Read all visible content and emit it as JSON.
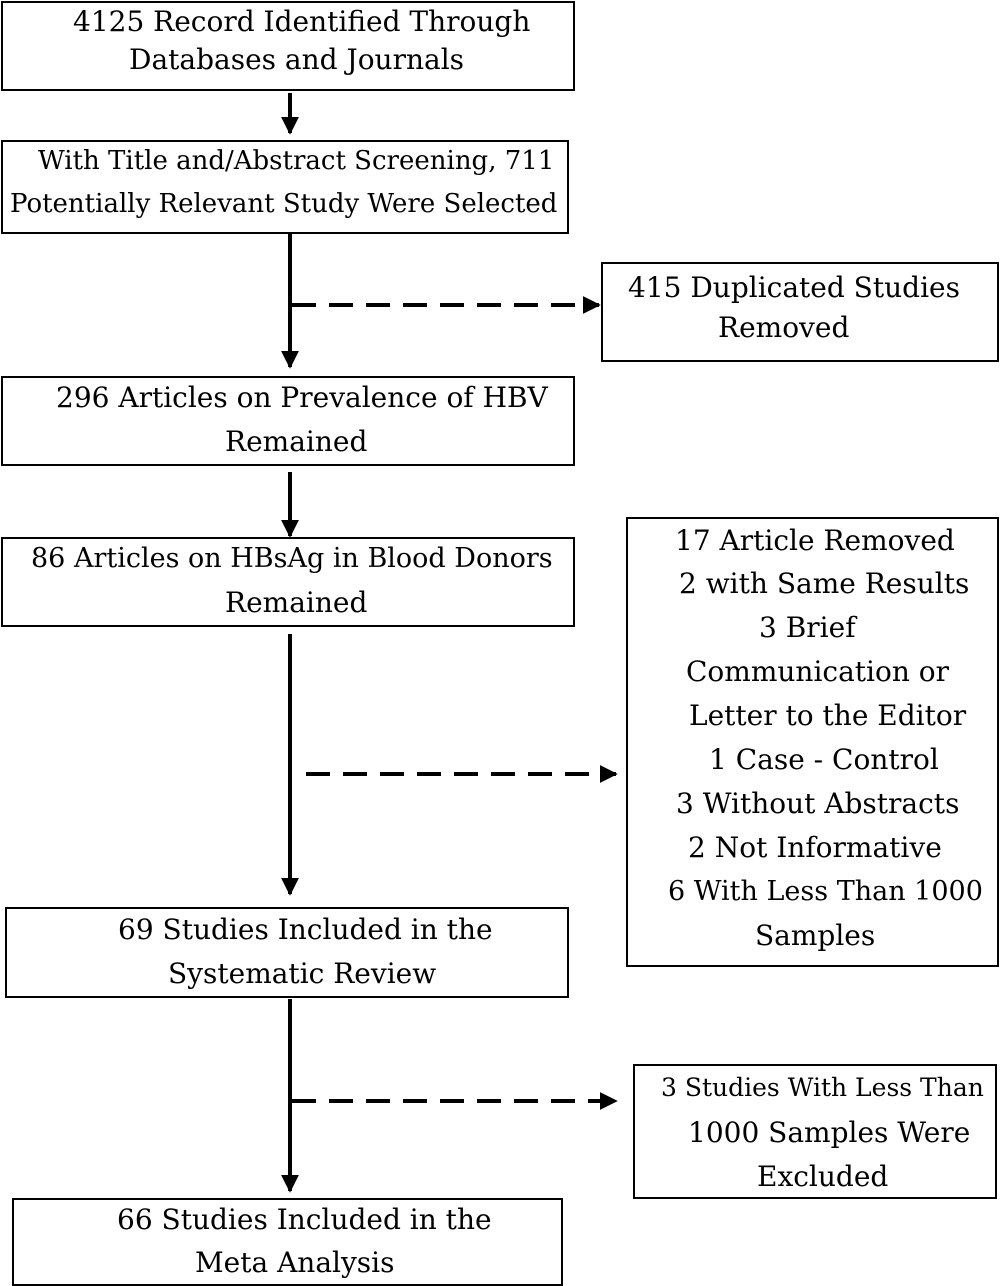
{
  "diagram": {
    "boxes": {
      "records_identified": {
        "lines": [
          "4125 Record Identified Through",
          "Databases and Journals"
        ]
      },
      "title_abstract_screening": {
        "lines": [
          "With Title and/Abstract Screening, 711",
          "Potentially Relevant Study Were Selected"
        ]
      },
      "duplicates_removed": {
        "lines": [
          "415 Duplicated Studies",
          "Removed"
        ]
      },
      "hbv_prevalence": {
        "lines": [
          "296 Articles on Prevalence of HBV",
          "Remained"
        ]
      },
      "hbsag_blood_donors": {
        "lines": [
          "86  Articles on HBsAg in Blood Donors",
          "Remained"
        ]
      },
      "articles_removed": {
        "lines": [
          "17 Article Removed",
          "2 with Same Results",
          "3 Brief",
          "Communication or",
          "Letter to the Editor",
          "1 Case - Control",
          "3 Without Abstracts",
          "2  Not Informative",
          "6 With Less Than 1000",
          "Samples"
        ]
      },
      "systematic_review": {
        "lines": [
          "69 Studies Included in the",
          "Systematic Review"
        ]
      },
      "small_studies_excluded": {
        "lines": [
          "3 Studies With Less Than",
          "1000 Samples Were",
          "Excluded"
        ]
      },
      "meta_analysis": {
        "lines": [
          "66 Studies Included in the",
          "Meta Analysis"
        ]
      }
    }
  }
}
